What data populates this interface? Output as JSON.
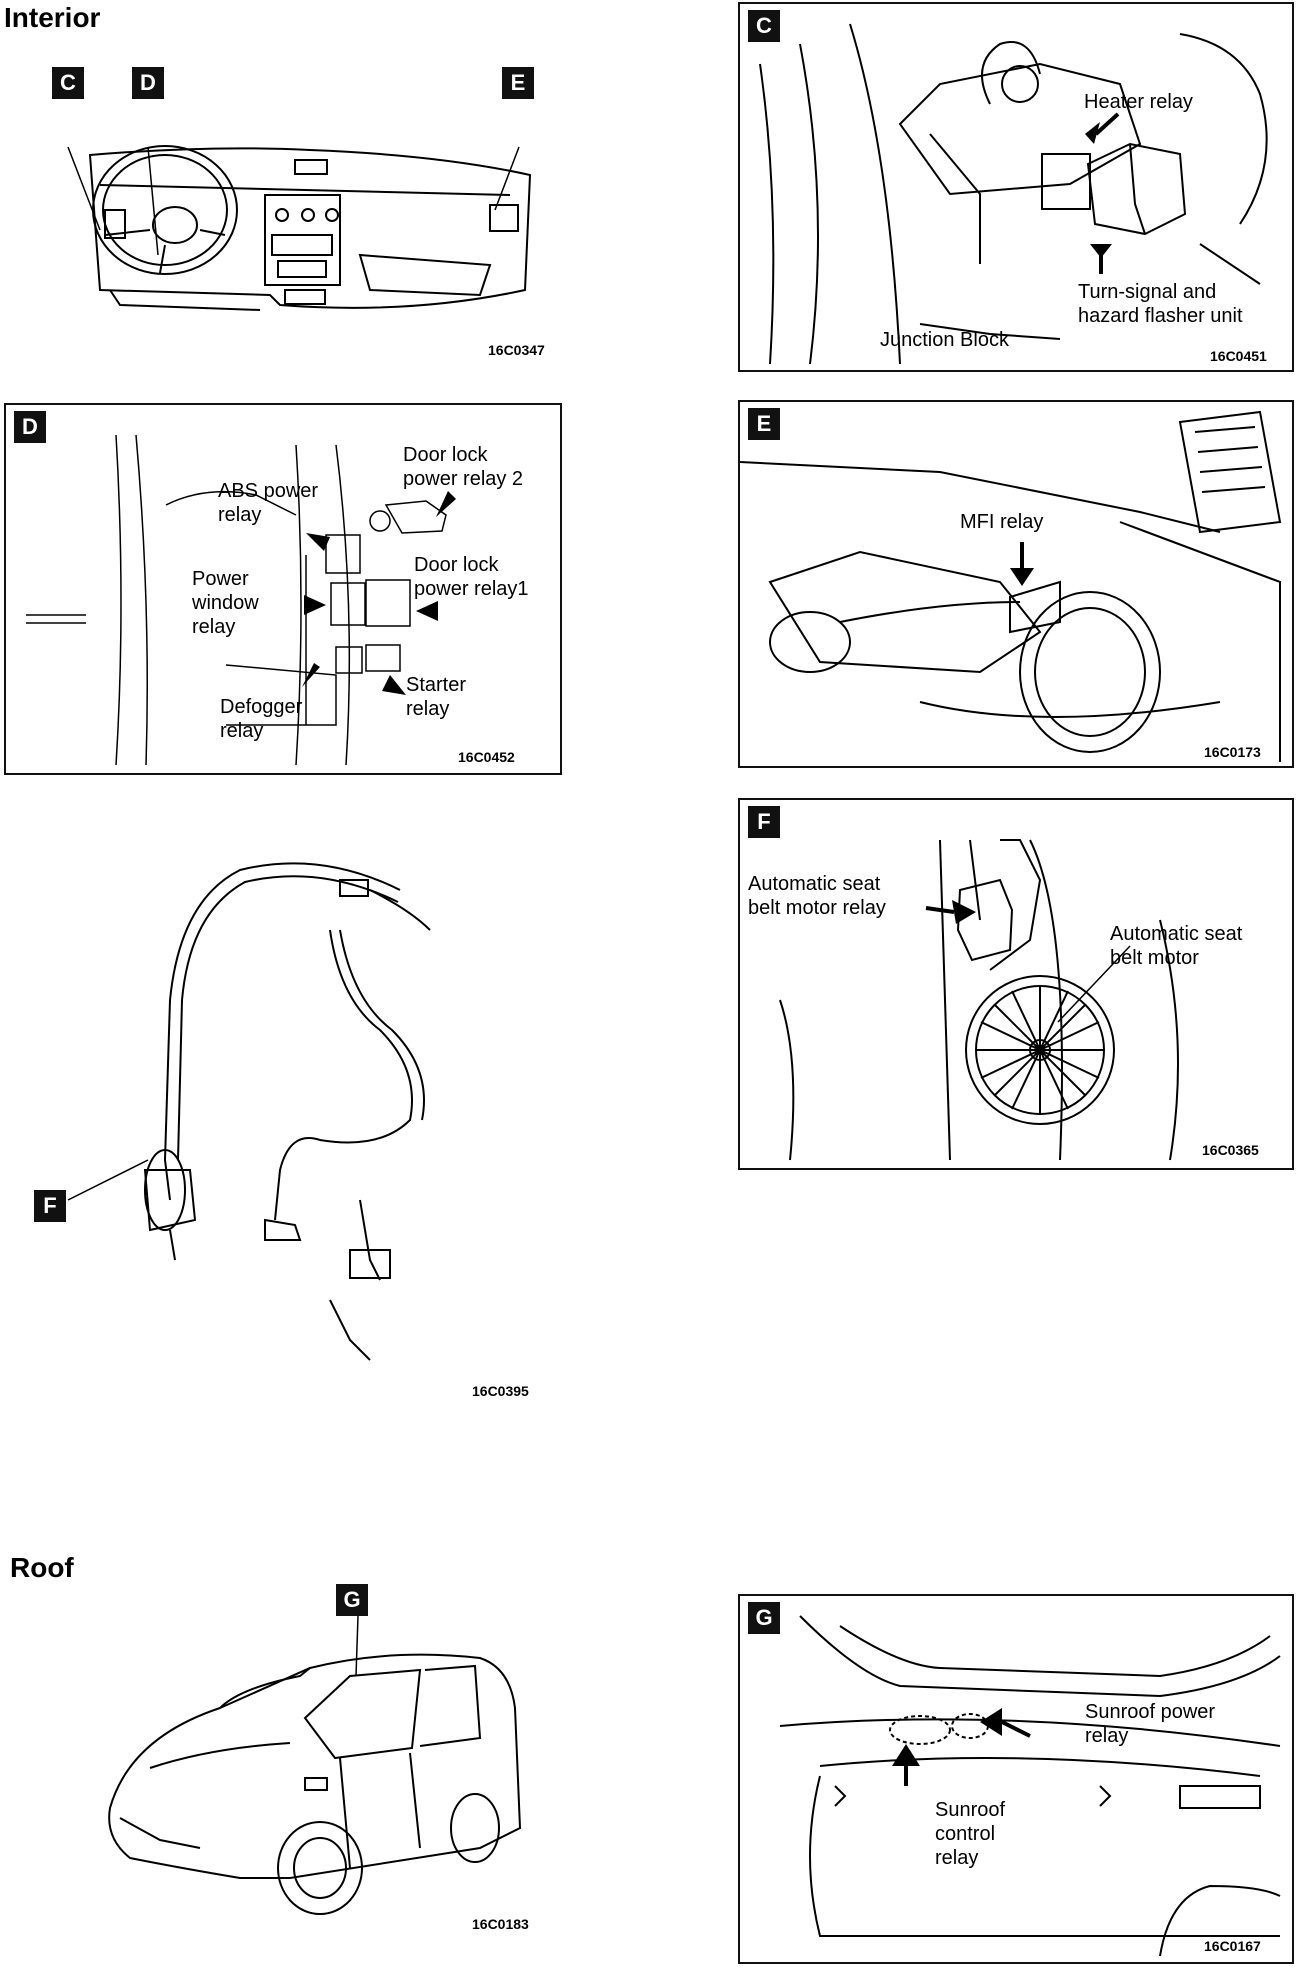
{
  "sections": {
    "interior_title": "Interior",
    "roof_title": "Roof"
  },
  "overview_interior": {
    "tags": [
      "C",
      "D",
      "E"
    ],
    "code": "16C0347"
  },
  "panel_c": {
    "tag": "C",
    "code": "16C0451",
    "labels": {
      "heater_relay": "Heater relay",
      "turn_signal": "Turn-signal and\nhazard flasher unit",
      "junction_block": "Junction Block"
    }
  },
  "panel_d": {
    "tag": "D",
    "code": "16C0452",
    "labels": {
      "door_lock_2": "Door lock\npower relay 2",
      "abs_power": "ABS power\nrelay",
      "door_lock_1": "Door lock\npower relay1",
      "power_window": "Power\nwindow\nrelay",
      "starter": "Starter\nrelay",
      "defogger": "Defogger\nrelay"
    }
  },
  "panel_e": {
    "tag": "E",
    "code": "16C0173",
    "labels": {
      "mfi_relay": "MFI relay"
    }
  },
  "overview_seatbelt": {
    "tag": "F",
    "code": "16C0395"
  },
  "panel_f": {
    "tag": "F",
    "code": "16C0365",
    "labels": {
      "motor_relay": "Automatic seat\nbelt motor relay",
      "motor": "Automatic seat\nbelt motor"
    }
  },
  "overview_roof": {
    "tag": "G",
    "code": "16C0183"
  },
  "panel_g": {
    "tag": "G",
    "code": "16C0167",
    "labels": {
      "sunroof_power": "Sunroof power\nrelay",
      "sunroof_control": "Sunroof\ncontrol\nrelay"
    }
  }
}
